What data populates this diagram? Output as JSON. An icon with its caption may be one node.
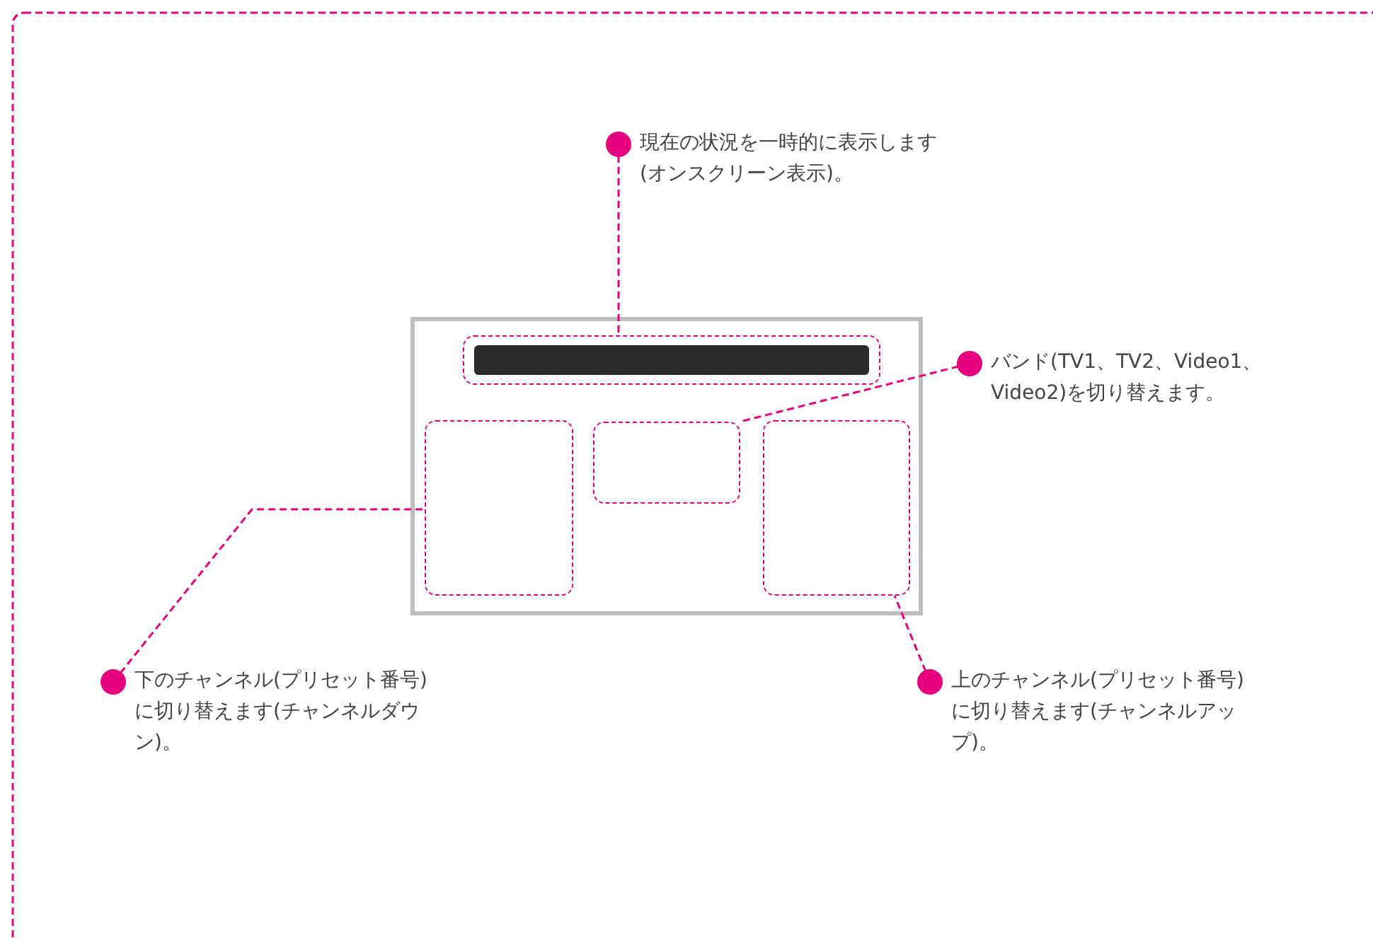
{
  "diagram": {
    "nodes": [
      {
        "text": [],
        "shape": "box"
      },
      {
        "text": [],
        "shape": "box",
        "in": 0
      },
      {
        "text": [],
        "shape": "box",
        "in": 0
      },
      {
        "text": [],
        "shape": "box",
        "in": 0
      },
      {
        "text": [],
        "shape": "box",
        "in": 0
      },
      {
        "text": [
          "現在の状況を一時的に表示します(オンスクリーン表示)。"
        ]
      },
      {
        "text": [
          "バンド(TV1、TV2、Video1、Video2)を切り替えます。"
        ]
      },
      {
        "text": [
          "下のチャンネル(プリセット番号)に切り替えます(チャンネルダウン)。"
        ]
      },
      {
        "text": [
          "上のチャンネル(プリセット番号)に切り替えます(チャンネルアップ)。"
        ]
      },
      {
        "text": [],
        "shape": "bar",
        "in": 1
      }
    ],
    "edges": [
      {
        "from": 5,
        "to": 1,
        "arrow": "other",
        "style": "dashed"
      },
      {
        "from": 6,
        "to": 3,
        "arrow": "other",
        "style": "dashed"
      },
      {
        "from": 7,
        "to": 2,
        "arrow": "other",
        "style": "dashed"
      },
      {
        "from": 8,
        "to": 4,
        "arrow": "other",
        "style": "dashed"
      }
    ]
  }
}
